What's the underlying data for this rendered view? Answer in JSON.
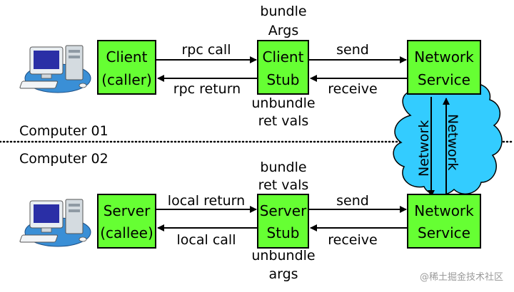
{
  "boxes": {
    "client": {
      "line1": "Client",
      "line2": "(caller)"
    },
    "client_stub": {
      "line1": "Client",
      "line2": "Stub"
    },
    "network_service_top": {
      "line1": "Network",
      "line2": "Service"
    },
    "server": {
      "line1": "Server",
      "line2": "(callee)"
    },
    "server_stub": {
      "line1": "Server",
      "line2": "Stub"
    },
    "network_service_bottom": {
      "line1": "Network",
      "line2": "Service"
    }
  },
  "arrows": {
    "rpc_call": "rpc call",
    "rpc_return": "rpc return",
    "send_top": "send",
    "receive_top": "receive",
    "local_return": "local return",
    "local_call": "local call",
    "send_bottom": "send",
    "receive_bottom": "receive"
  },
  "annotations": {
    "bundle_args": {
      "line1": "bundle",
      "line2": "Args"
    },
    "unbundle_ret_vals": {
      "line1": "unbundle",
      "line2": "ret vals"
    },
    "bundle_ret_vals": {
      "line1": "bundle",
      "line2": "ret vals"
    },
    "unbundle_args": {
      "line1": "unbundle",
      "line2": "args"
    }
  },
  "computers": {
    "top": "Computer 01",
    "bottom": "Computer 02"
  },
  "network_cloud": {
    "left_label": "Network",
    "right_label": "Network"
  },
  "watermark": "@稀土掘金技术社区",
  "colors": {
    "box_fill": "#66ff33",
    "cloud_fill": "#33ccff"
  },
  "icons": {
    "computer_top": "desktop-computer-icon",
    "computer_bottom": "desktop-computer-icon"
  }
}
